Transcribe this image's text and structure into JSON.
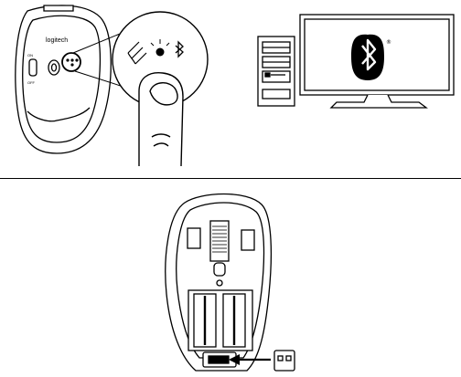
{
  "figure": {
    "top": {
      "mouse_logo_text": "logitech",
      "mouse_side_label": "ON",
      "mouse_side_label_2": "OFF",
      "registered_mark": "®"
    },
    "bottom": {}
  },
  "icons": {
    "bluetooth": "bluetooth-icon",
    "wireless": "wireless-signal-icon",
    "arrow": "arrow-left-icon",
    "receiver": "usb-receiver-icon"
  },
  "colors": {
    "stroke": "#000000",
    "background": "#ffffff",
    "shade": "#cfcfcf"
  }
}
